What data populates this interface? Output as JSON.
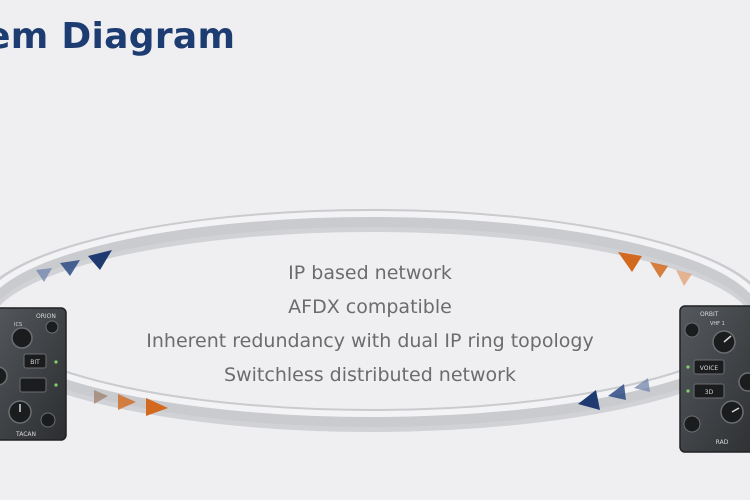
{
  "title": "em Diagram",
  "features": [
    "IP based network",
    "AFDX compatible",
    "Inherent redundancy with dual IP ring topology",
    "Switchless distributed network"
  ],
  "left_panel": {
    "brand": "ORION",
    "top_label": "ICS",
    "button_label": "BIT",
    "bottom_label": "TACAN"
  },
  "right_panel": {
    "brand": "ORBIT",
    "top_label": "VHF 1",
    "button_labels": [
      "VOICE",
      "3D"
    ],
    "bottom_label": "RAD"
  },
  "colors": {
    "title": "#1d3c72",
    "text": "#6c6c6c",
    "arrow_blue": "#1f3a70",
    "arrow_orange": "#d2691e",
    "panel": "#3a3d40",
    "background": "#efeff1"
  }
}
